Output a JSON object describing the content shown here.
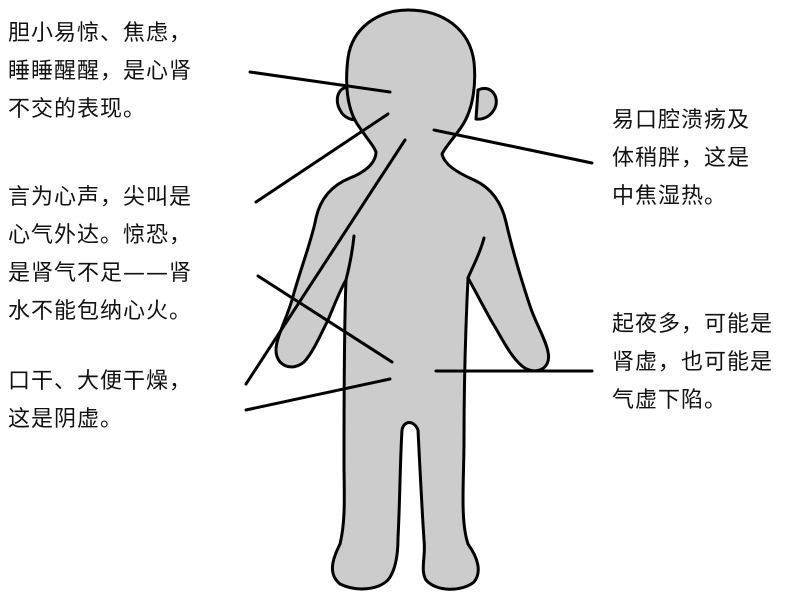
{
  "colors": {
    "body_fill": "#cccccc",
    "outline": "#000000",
    "text": "#111111",
    "background": "#ffffff"
  },
  "annotations": {
    "head": {
      "lines": [
        "胆小易惊、焦虑，",
        "睡睡醒醒，是心肾",
        "不交的表现。"
      ]
    },
    "voice": {
      "lines": [
        "言为心声，尖叫是",
        "心气外达。惊恐，",
        "是肾气不足——肾",
        "水不能包纳心火。"
      ]
    },
    "dryness": {
      "lines": [
        "口干、大便干燥，",
        "这是阴虚。"
      ]
    },
    "mouth": {
      "lines": [
        "易口腔溃疡及",
        "体稍胖，这是",
        "中焦湿热。"
      ]
    },
    "night": {
      "lines": [
        "起夜多，可能是",
        "肾虚，也可能是",
        "气虚下陷。"
      ]
    }
  }
}
